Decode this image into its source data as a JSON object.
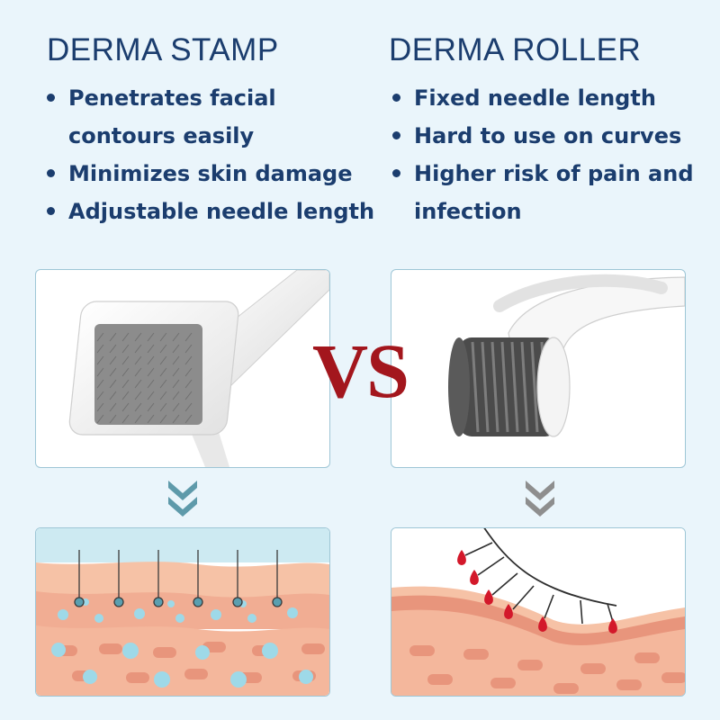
{
  "left": {
    "title": "DERMA STAMP",
    "bullets": [
      "Penetrates facial contours easily",
      "Minimizes skin damage",
      "Adjustable needle length"
    ]
  },
  "right": {
    "title": "DERMA ROLLER",
    "bullets": [
      "Fixed needle length",
      "Hard to use on curves",
      "Higher risk of pain and infection"
    ]
  },
  "vs_text": "VS",
  "colors": {
    "background": "#eaf5fb",
    "title_text": "#1b3d6e",
    "vs_text": "#a3161d",
    "panel_border": "#9ec6d6",
    "left_chevron": "#5e9aaa",
    "right_chevron": "#8e8e8e",
    "skin_top": "#f6c2a6",
    "skin_band": "#e8957c",
    "skin_lower": "#f4b79c",
    "blood_drop": "#d3182a",
    "serum_dot": "#9ed9e8"
  },
  "icons": {
    "left_arrow": "double-chevron-down-icon",
    "right_arrow": "double-chevron-down-icon"
  }
}
